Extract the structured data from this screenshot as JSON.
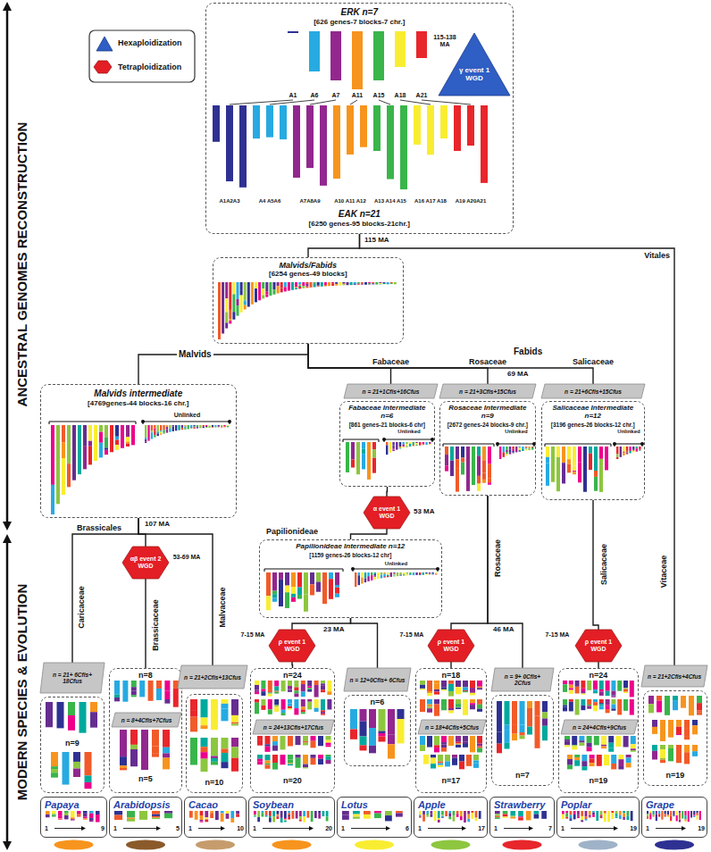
{
  "diagram": {
    "nodes": [
      {
        "text": [
          "ERK n=7",
          "[626 genes-7 blocks-7 chr.]",
          "EAK n=21",
          "[6250 genes-95 blocks-21chr.]"
        ]
      },
      {
        "text": [
          "γ event 1 WGD"
        ],
        "in": 0
      },
      {
        "text": [
          "Malvids/Fabids",
          "[6254 genes-49 blocks]"
        ]
      },
      {
        "text": [
          "Malvids intermediate",
          "[4769genes-44 blocks-16 chr.]",
          "Unlinked"
        ]
      },
      {
        "text": [
          "n = 21+1Cfis+16Cfus"
        ]
      },
      {
        "text": [
          "Fabaceae Intermediate n=6",
          "[861 genes-21 blocks-6 chr]",
          "Unlinked"
        ]
      },
      {
        "text": [
          "n = 21+3Cfis+15Cfus"
        ]
      },
      {
        "text": [
          "Rosaceae Intermediate n=9",
          "[2672 genes-24 blocks-9 chr.]",
          "Unlinked"
        ]
      },
      {
        "text": [
          "n = 21+6Cfis+15Cfus"
        ]
      },
      {
        "text": [
          "Salicaceae Intermediate n=12",
          "[3196 genes-26 blocks-12 chr.]",
          "Unlinked"
        ]
      },
      {
        "text": [
          "α event 1 WGD"
        ]
      },
      {
        "text": [
          "Papilionideae Intermediate n=12",
          "[1159 genes-26 blocks-12 chr]",
          "Unlinked"
        ]
      },
      {
        "text": [
          "αβ event 2 WGD"
        ]
      },
      {
        "text": [
          "n = 21+ 6Cfis+ 18Cfus"
        ]
      },
      {
        "text": [
          "n=9"
        ]
      },
      {
        "text": [
          "n=8",
          "n=5"
        ]
      },
      {
        "text": [
          "n = 8+4Cfis+7Cfus"
        ],
        "in": 15
      },
      {
        "text": [
          "n = 21+2Cfis+13Cfus"
        ]
      },
      {
        "text": [
          "n=10"
        ]
      },
      {
        "text": [
          "ρ event 1 WGD"
        ]
      },
      {
        "text": [
          "n=24",
          "n=20"
        ]
      },
      {
        "text": [
          "n = 24+13Cfis+17Cfus"
        ],
        "in": 20
      },
      {
        "text": [
          "n = 12+0Cfis+ 6Cfus"
        ]
      },
      {
        "text": [
          "n=6"
        ]
      },
      {
        "text": [
          "ρ event 1 WGD"
        ]
      },
      {
        "text": [
          "n=18",
          "n=17"
        ]
      },
      {
        "text": [
          "n = 18+4Cfis+5Cfus"
        ],
        "in": 25
      },
      {
        "text": [
          "n = 9+ 0Cfis+ 2Cfus"
        ]
      },
      {
        "text": [
          "n=7"
        ]
      },
      {
        "text": [
          "ρ event 1 WGD"
        ]
      },
      {
        "text": [
          "n=24",
          "n=19"
        ]
      },
      {
        "text": [
          "n = 24+4Cfis+9Cfus"
        ],
        "in": 30
      },
      {
        "text": [
          "n = 21+2Cfis+4Cfus"
        ]
      },
      {
        "text": [
          "n=19"
        ]
      },
      {
        "text": [
          "Papaya",
          "1",
          "9"
        ]
      },
      {
        "text": [
          "Arabidopsis",
          "1",
          "5"
        ]
      },
      {
        "text": [
          "Cacao",
          "1",
          "10"
        ]
      },
      {
        "text": [
          "Soybean",
          "1",
          "20"
        ]
      },
      {
        "text": [
          "Lotus",
          "1",
          "6"
        ]
      },
      {
        "text": [
          "Apple",
          "1",
          "17"
        ]
      },
      {
        "text": [
          "Strawberry",
          "1",
          "7"
        ]
      },
      {
        "text": [
          "Poplar",
          "1",
          "19"
        ]
      },
      {
        "text": [
          "Grape",
          "1",
          "19"
        ]
      }
    ],
    "edges": [
      {
        "from": 0,
        "to": 2,
        "arrow": "none"
      },
      {
        "from": 0,
        "to": 32,
        "arrow": "none"
      },
      {
        "from": 2,
        "to": 3,
        "arrow": "none"
      },
      {
        "from": 2,
        "to": 4,
        "arrow": "none"
      },
      {
        "from": 2,
        "to": 6,
        "arrow": "none"
      },
      {
        "from": 2,
        "to": 8,
        "arrow": "none"
      },
      {
        "from": 3,
        "to": 13,
        "arrow": "none"
      },
      {
        "from": 3,
        "to": 12,
        "arrow": "none"
      },
      {
        "from": 3,
        "to": 17,
        "arrow": "none"
      },
      {
        "from": 12,
        "to": 15,
        "arrow": "none"
      },
      {
        "from": 5,
        "to": 10,
        "arrow": "none"
      },
      {
        "from": 10,
        "to": 11,
        "arrow": "none"
      },
      {
        "from": 11,
        "to": 19,
        "arrow": "none"
      },
      {
        "from": 11,
        "to": 22,
        "arrow": "none"
      },
      {
        "from": 19,
        "to": 20,
        "arrow": "none"
      },
      {
        "from": 7,
        "to": 24,
        "arrow": "none"
      },
      {
        "from": 7,
        "to": 27,
        "arrow": "none"
      },
      {
        "from": 24,
        "to": 25,
        "arrow": "none"
      },
      {
        "from": 9,
        "to": 29,
        "arrow": "none"
      },
      {
        "from": 29,
        "to": 30,
        "arrow": "none"
      }
    ],
    "labels": [
      "ANCESTRAL GENOMES RECONSTRUCTION",
      "MODERN SPECIES & EVOLUTION",
      "A1",
      "A6",
      "A7",
      "A11",
      "A15",
      "A18",
      "A21",
      "115-138 MA",
      "A1A2A3",
      "A4 A5A6",
      "A7A8A9",
      "A10 A11 A12",
      "A13 A14 A15",
      "A16 A17 A18",
      "A19 A20A21",
      "115 MA",
      "Vitales",
      "Malvids",
      "Fabids",
      "69 MA",
      "Fabaceae",
      "Rosaceae",
      "Salicaceae",
      "107 MA",
      "Brassicales",
      "53-69 MA",
      "Caricaceae",
      "Brassicaceae",
      "Malvaceae",
      "53 MA",
      "Papilionideae",
      "23 MA",
      "46 MA",
      "7-15 MA",
      "7-15 MA",
      "7-15 MA",
      "Rosaceae",
      "Salicaceae",
      "Vitaceae"
    ],
    "legend": [
      {
        "text": "Hexaploidization"
      },
      {
        "text": "Tetraploidization"
      }
    ]
  }
}
